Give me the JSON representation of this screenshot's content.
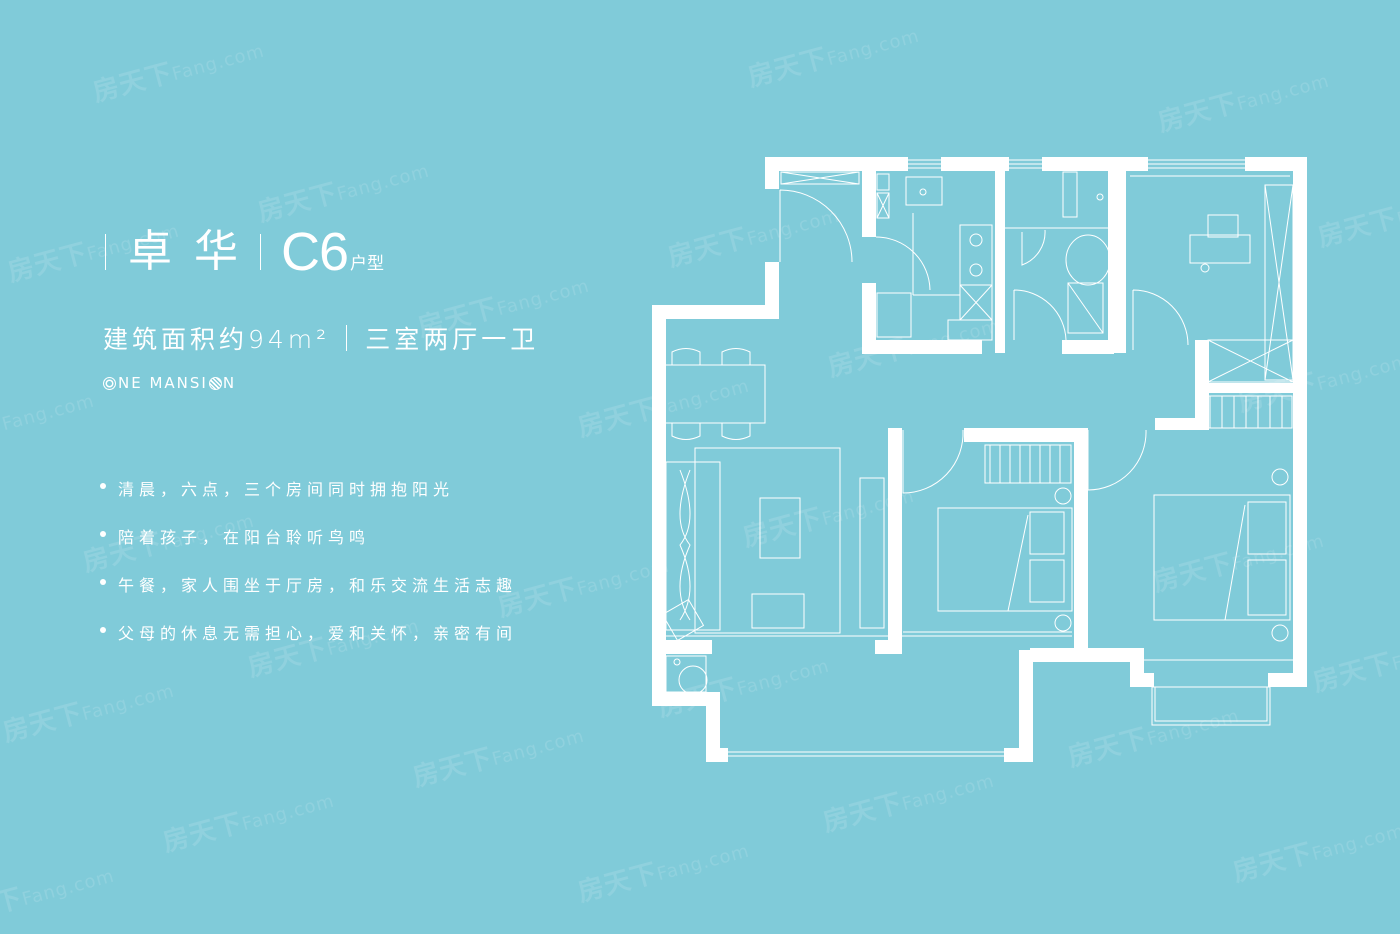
{
  "header": {
    "name": "卓华",
    "unit_code": "C6",
    "unit_suffix": "户型"
  },
  "subtitle": {
    "area": "建筑面积约94m²",
    "layout": "三室两厅一卫"
  },
  "brand": {
    "prefix": "NE MANSI",
    "suffix": "N"
  },
  "features": [
    "清晨，六点，三个房间同时拥抱阳光",
    "陪着孩子，在阳台聆听鸟鸣",
    "午餐，家人围坐于厅房，和乐交流生活志趣",
    "父母的休息无需担心，爱和关怀，亲密有间"
  ],
  "watermark": {
    "cn": "房天下",
    "en": "Fang.com"
  },
  "colors": {
    "background": "#80cbd9",
    "foreground": "#ffffff"
  }
}
